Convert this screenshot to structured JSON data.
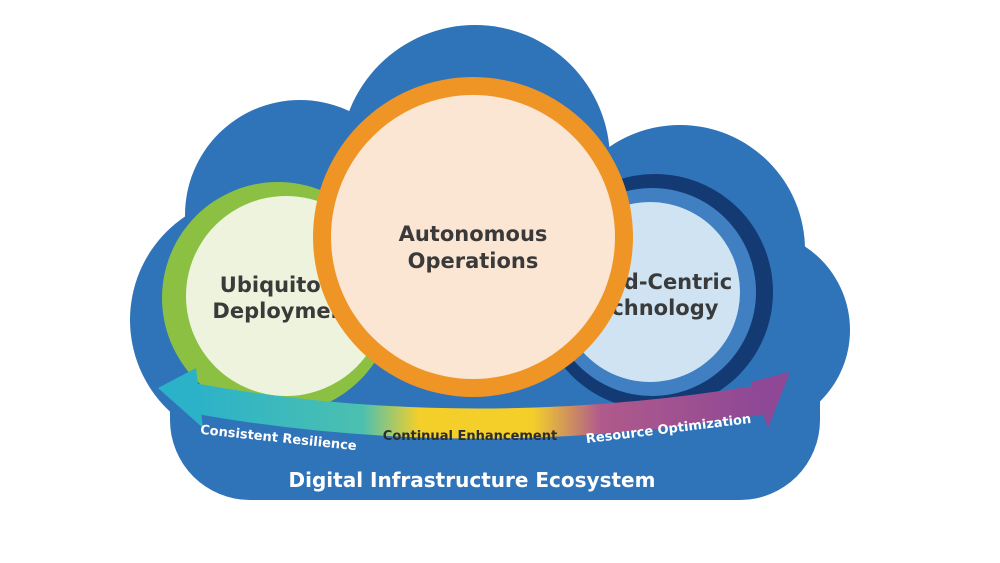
{
  "circles": {
    "left": {
      "line1": "Ubiquitous",
      "line2": "Deployment"
    },
    "center": {
      "line1": "Autonomous",
      "line2": "Operations"
    },
    "right": {
      "line1": "Cloud-Centric",
      "line2": "Technology"
    }
  },
  "band": {
    "left": "Consistent Resilience",
    "center": "Continual Enhancement",
    "right": "Resource Optimization"
  },
  "footer": "Digital Infrastructure Ecosystem",
  "colors": {
    "cloud": "#2f73b9",
    "cloud_edge": "#2a66a8",
    "green_ring": "#8bc043",
    "green_fill": "#eef3dd",
    "orange_ring": "#ef9525",
    "orange_fill": "#fbe5d3",
    "navy_ring": "#133a72",
    "blue_fill": "#cfe3f3",
    "teal": "#2bb2c9",
    "yellow": "#f4cf2a",
    "purple": "#8e4895"
  }
}
